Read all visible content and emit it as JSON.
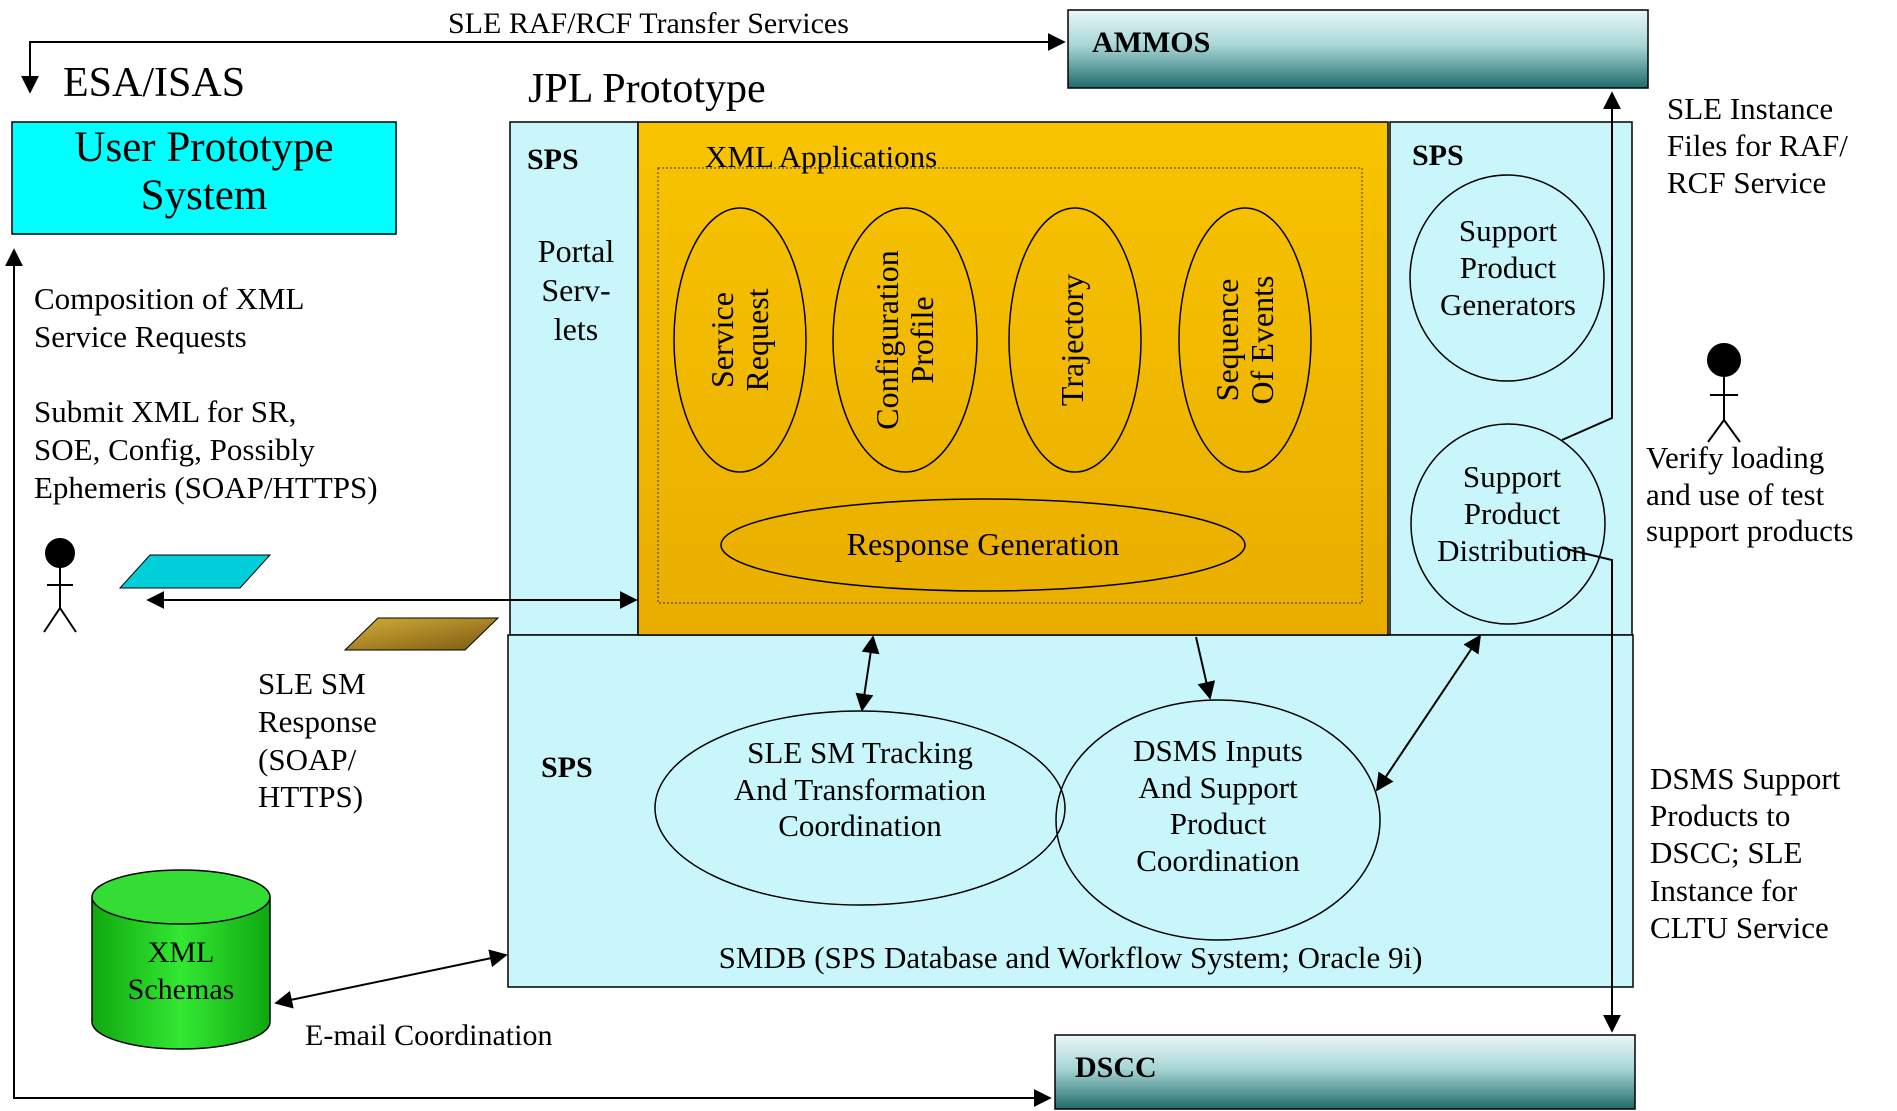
{
  "top_transfer_label": "SLE RAF/RCF Transfer Services",
  "ammos_title": "AMMOS",
  "dscc_title": "DSCC",
  "esa_isas_label": "ESA/ISAS",
  "user_prototype_box": "User Prototype\nSystem",
  "jpl_prototype_label": "JPL Prototype",
  "composition_text": "Composition of XML\nService Requests",
  "submit_text": "Submit XML for SR,\nSOE, Config, Possibly\nEphemeris (SOAP/HTTPS)",
  "sle_sm_response_text": "SLE SM\nResponse\n(SOAP/\nHTTPS)",
  "xml_schemas_label": "XML\nSchemas",
  "email_coordination": "E-mail Coordination",
  "sps_left_label": "SPS",
  "portal_servlets": "Portal\nServ-\nlets",
  "xml_applications_label": "XML Applications",
  "service_request": "Service\nRequest",
  "configuration_profile": "Configuration\nProfile",
  "trajectory": "Trajectory",
  "sequence_of_events": "Sequence\nOf Events",
  "response_generation": "Response Generation",
  "sps_right_label": "SPS",
  "support_product_generators": "Support\nProduct\nGenerators",
  "support_product_distribution": "Support\nProduct\nDistribution",
  "sps_bottom_label": "SPS",
  "sle_sm_tracking": "SLE SM Tracking\nAnd Transformation\nCoordination",
  "dsms_inputs": "DSMS Inputs\nAnd Support\nProduct\nCoordination",
  "smdb_label": "SMDB (SPS Database and Workflow System; Oracle 9i)",
  "sle_instance_files": "SLE Instance\nFiles for RAF/\nRCF Service",
  "verify_loading": "Verify loading\nand use of test\nsupport products",
  "dsms_support_products": "DSMS Support\nProducts to\nDSCC; SLE\nInstance for\nCLTU Service",
  "colors": {
    "ammos_gradient_top": "#e6f4f4",
    "ammos_gradient_bottom": "#1f6b6b",
    "user_box": "#00ffff",
    "sps_panel": "#c8f4f8",
    "xml_panel": "#f2b300",
    "cylinder": "#22cc22",
    "parallelogram_cyan": "#00cdd8",
    "parallelogram_gold": "#b08a20"
  }
}
